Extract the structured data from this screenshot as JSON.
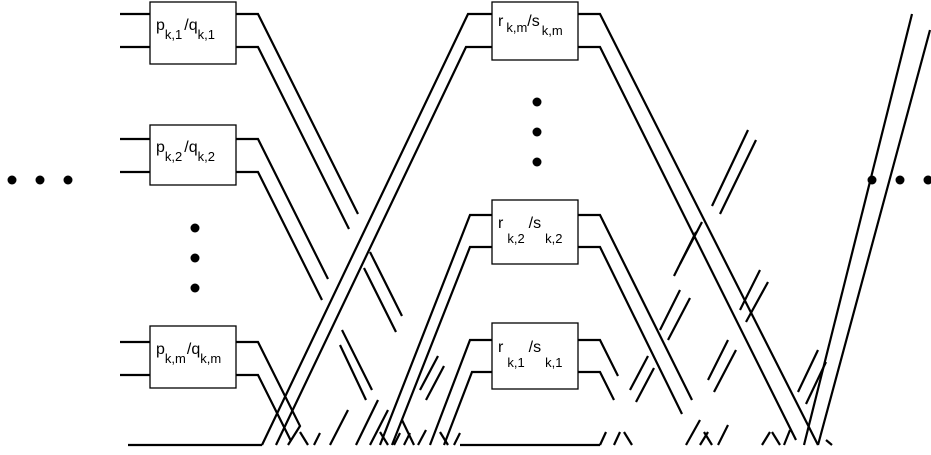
{
  "colors": {
    "line": "#000000",
    "background": "#ffffff",
    "box_fill": "#ffffff"
  },
  "boxes": [
    {
      "id": "p1",
      "base1": "p",
      "sub1": "k,1",
      "base2": "q",
      "sub2": "k,1"
    },
    {
      "id": "p2",
      "base1": "p",
      "sub1": "k,2",
      "base2": "q",
      "sub2": "k,2"
    },
    {
      "id": "pm",
      "base1": "p",
      "sub1": "k,m",
      "base2": "q",
      "sub2": "k,m"
    },
    {
      "id": "rm",
      "base1": "r",
      "sub1": "k,m",
      "base2": "s",
      "sub2": "k,m"
    },
    {
      "id": "r2",
      "base1": "r",
      "sub1": "k,2",
      "base2": "s",
      "sub2": "k,2"
    },
    {
      "id": "r1",
      "base1": "r",
      "sub1": "k,1",
      "base2": "s",
      "sub2": "k,1"
    }
  ]
}
